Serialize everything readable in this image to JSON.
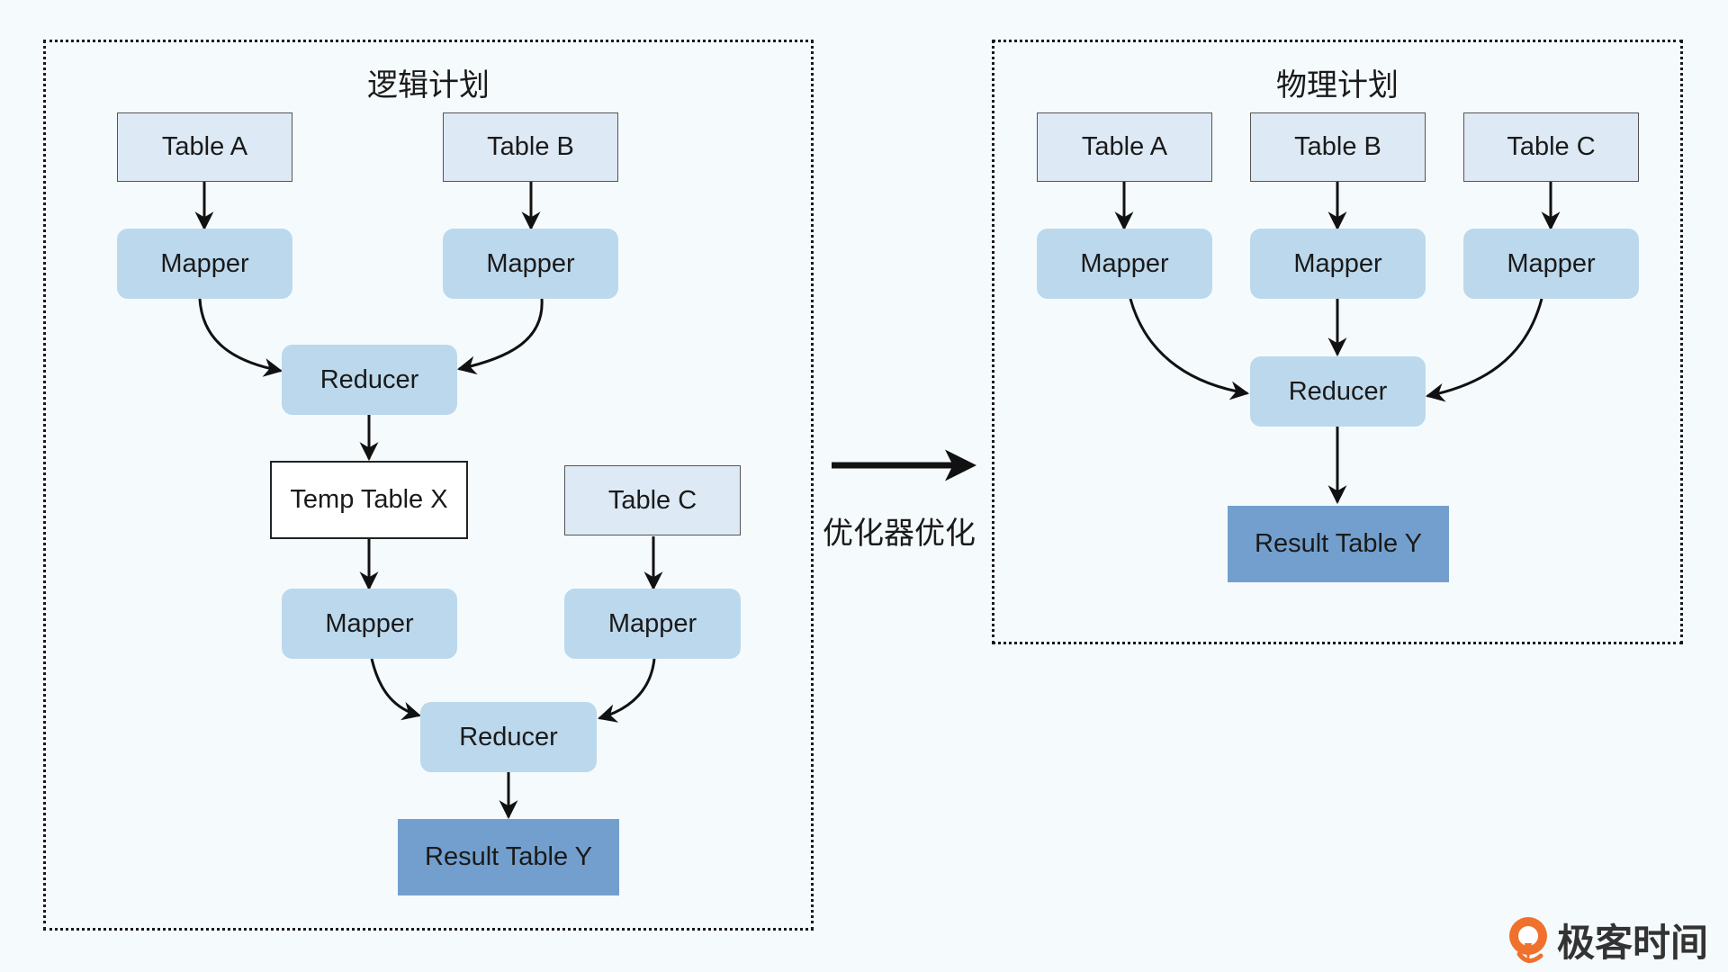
{
  "logical_plan": {
    "title": "逻辑计划",
    "table_a": "Table A",
    "table_b": "Table B",
    "mapper_a": "Mapper",
    "mapper_b": "Mapper",
    "reducer_1": "Reducer",
    "temp_table": "Temp Table X",
    "table_c": "Table C",
    "mapper_x": "Mapper",
    "mapper_c": "Mapper",
    "reducer_2": "Reducer",
    "result": "Result Table Y"
  },
  "transition_label": "优化器优化",
  "physical_plan": {
    "title": "物理计划",
    "table_a": "Table A",
    "table_b": "Table B",
    "table_c": "Table C",
    "mapper_a": "Mapper",
    "mapper_b": "Mapper",
    "mapper_c": "Mapper",
    "reducer": "Reducer",
    "result": "Result Table Y"
  },
  "logo_text": "极客时间",
  "colors": {
    "background": "#f5fbfd",
    "table_fill": "#dde9f4",
    "operator_fill": "#bcd8ec",
    "result_fill": "#739fce",
    "temp_fill": "#ffffff",
    "logo_orange": "#f0712b"
  }
}
